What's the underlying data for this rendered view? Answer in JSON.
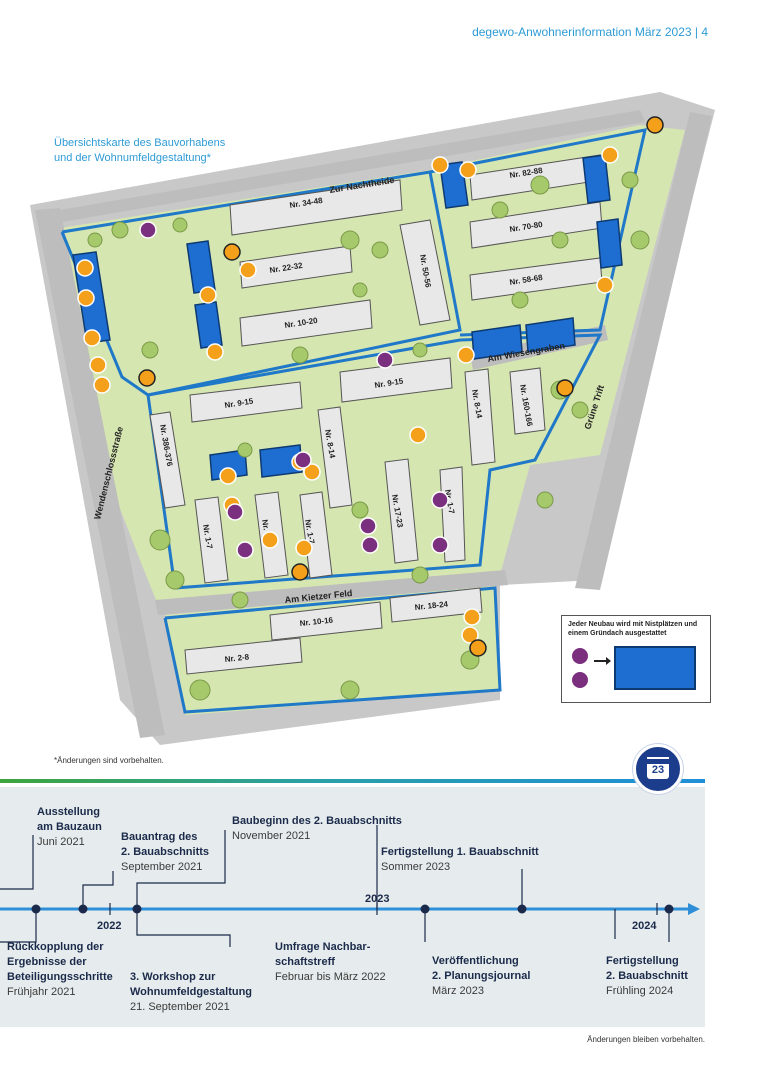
{
  "header": {
    "text": "degewo-Anwohnerinformation März 2023 | 4"
  },
  "map": {
    "caption_line1": "Übersichtskarte des Bauvorhabens",
    "caption_line2": "und der Wohnumfeldgestaltung*",
    "streets": {
      "north": "Zur Nachtheide",
      "west": "Wendenschlossstraße",
      "east": "Grüne Trift",
      "middle": "Am Wiesengraben",
      "south": "Am Kietzer Feld"
    },
    "buildings": [
      "Nr. 34-48",
      "Nr. 22-32",
      "Nr. 10-20",
      "Nr. 50-56",
      "Nr. 82-88",
      "Nr. 70-80",
      "Nr. 58-68",
      "Nr. 9-15",
      "Nr. 9-15",
      "Nr. 386-376",
      "Nr. 8-14",
      "Nr. 160-166",
      "Nr. 8-14",
      "Nr. 1-7",
      "Nr. 9-15",
      "Nr. 1-7",
      "Nr. 17-23",
      "Nr. 1-7",
      "Nr. 10-16",
      "Nr. 18-24",
      "Nr. 2-8"
    ],
    "legend_text": "Jeder Neubau wird mit Nistplätzen und einem Gründach ausgestattet",
    "colors": {
      "new_building": "#1e6ed1",
      "boundary": "#1f78c8",
      "green": "#cfe3a6",
      "bike_icon": "#f5a01a",
      "purple_icon": "#7b2f7f"
    }
  },
  "disclaimer": "*Änderungen sind vorbehalten.",
  "calendar_icon": {
    "number": "23"
  },
  "timeline": {
    "years": [
      "2022",
      "2023",
      "2024"
    ],
    "events_above": [
      {
        "title": "Ausstellung\nam Bauzaun",
        "date": "Juni 2021"
      },
      {
        "title": "Bauantrag des\n2. Bauabschnitts",
        "date": "September 2021"
      },
      {
        "title": "Baubeginn des 2. Bauabschnitts",
        "date": "November 2021"
      },
      {
        "title": "Fertigstellung 1. Bauabschnitt",
        "date": "Sommer 2023"
      }
    ],
    "events_below": [
      {
        "title": "Rückkopplung der\nErgebnisse der\nBeteiligungsschritte",
        "date": "Frühjahr 2021"
      },
      {
        "title": "3. Workshop zur\nWohnumfeldgestaltung",
        "date": "21. September 2021"
      },
      {
        "title": "Umfrage Nachbar-\nschaftstreff",
        "date": "Februar bis März 2022"
      },
      {
        "title": "Veröffentlichung\n2. Planungsjournal",
        "date": "März 2023"
      },
      {
        "title": "Fertigstellung\n2. Bauabschnitt",
        "date": "Frühling 2024"
      }
    ]
  },
  "footer": "Änderungen bleiben vorbehalten."
}
